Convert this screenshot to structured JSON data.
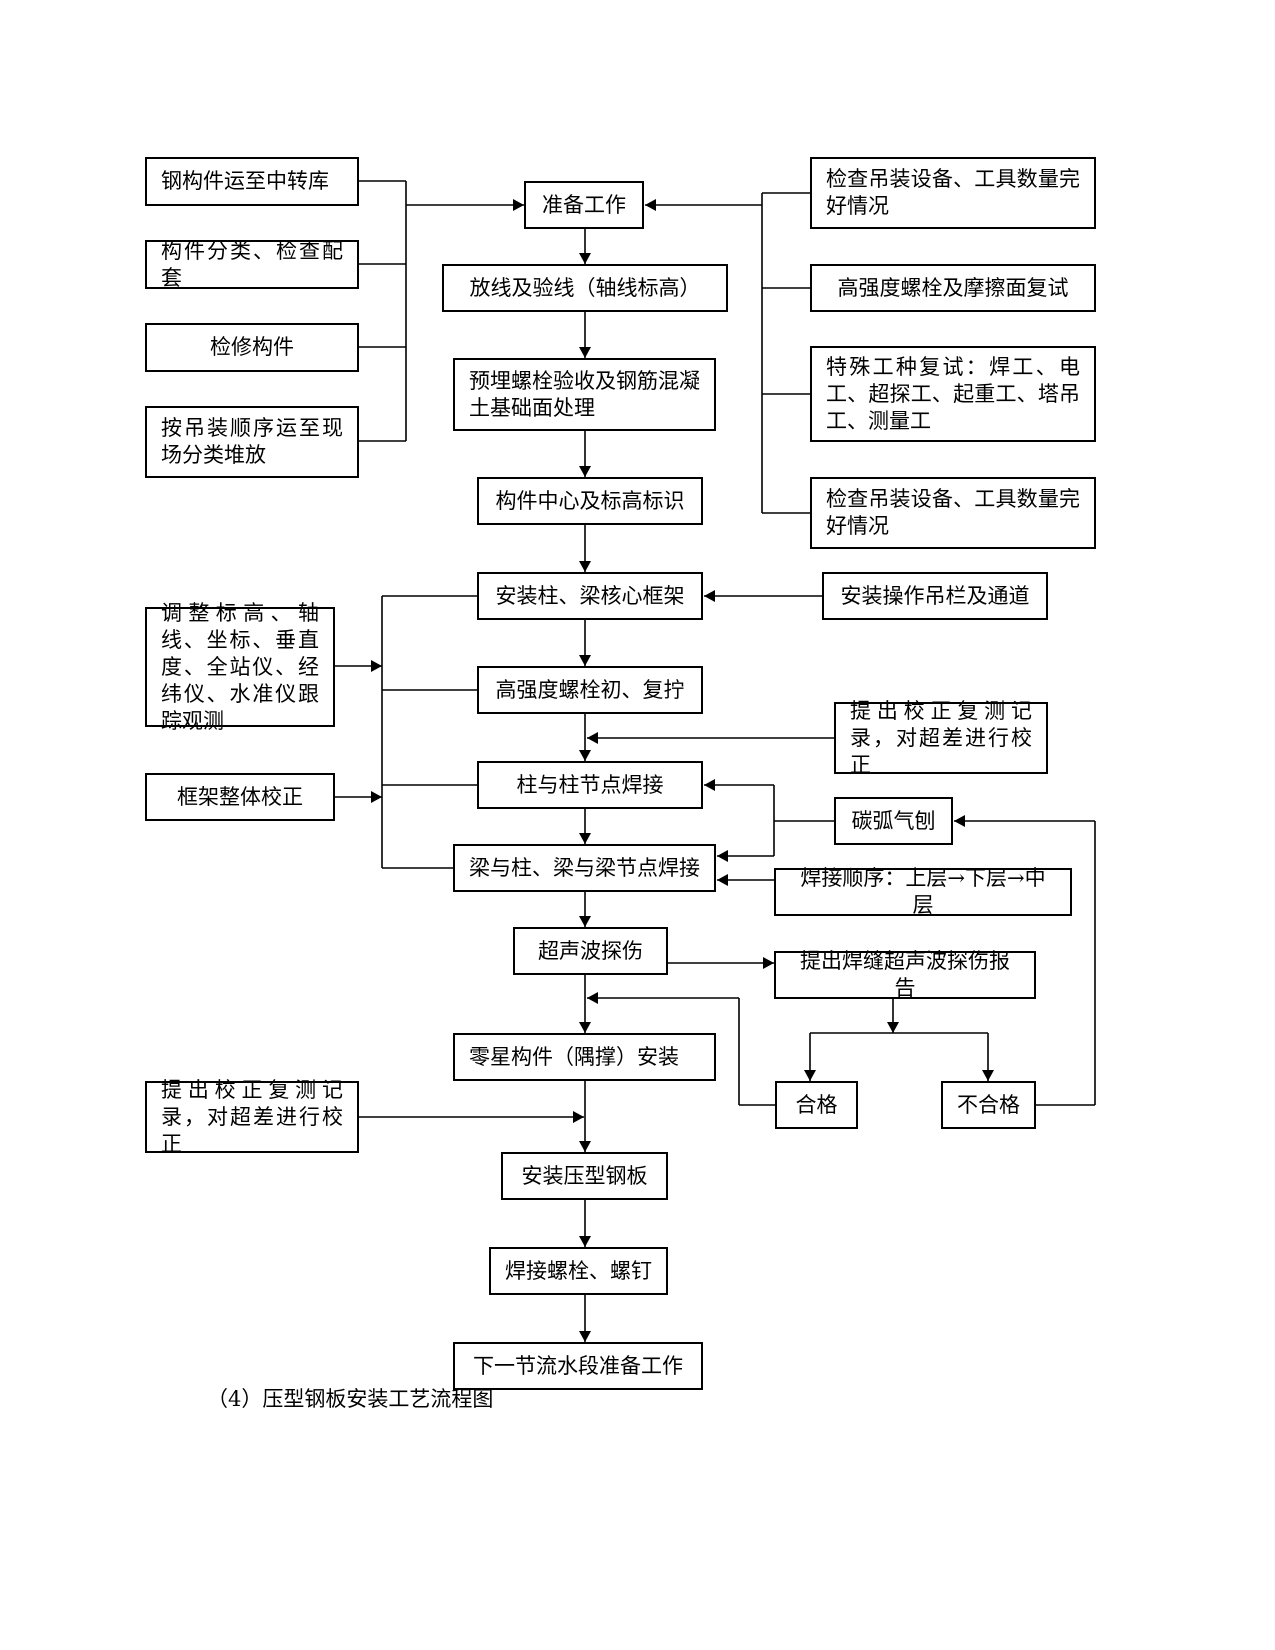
{
  "nodes": {
    "transport_to_depot": "钢构件运至中转库",
    "classify_check": "构件分类、检查配套",
    "repair": "检修构件",
    "transport_to_site": "按吊装顺序运至现场分类堆放",
    "prepare": "准备工作",
    "check_equipment_1": "检查吊装设备、工具数量完好情况",
    "bolt_retest": "高强度螺栓及摩擦面复试",
    "special_trades": "特殊工种复试：焊工、电工、超探工、起重工、塔吊工、测量工",
    "check_equipment_2": "检查吊装设备、工具数量完好情况",
    "layout_check": "放线及验线（轴线标高）",
    "embedded_bolts": "预埋螺栓验收及钢筋混凝土基础面处理",
    "center_marking": "构件中心及标高标识",
    "install_frame": "安装柱、梁核心框架",
    "install_platform": "安装操作吊栏及通道",
    "adjust": "调整标高、轴线、坐标、垂直度、全站仪、经纬仪、水准仪跟踪观测",
    "bolt_tighten": "高强度螺栓初、复拧",
    "correction_record_1": "提出校正复测记录，对超差进行校正",
    "frame_correction": "框架整体校正",
    "column_weld": "柱与柱节点焊接",
    "carbon_arc": "碳弧气刨",
    "beam_weld": "梁与柱、梁与梁节点焊接",
    "weld_order": "焊接顺序：上层→下层→中层",
    "ultrasonic": "超声波探伤",
    "ultrasonic_report": "提出焊缝超声波探伤报告",
    "misc_install": "零星构件（隅撑）安装",
    "pass": "合格",
    "fail": "不合格",
    "correction_record_2": "提出校正复测记录，对超差进行校正",
    "install_deck": "安装压型钢板",
    "weld_studs": "焊接螺栓、螺钉",
    "next_section": "下一节流水段准备工作"
  },
  "caption": "（4）压型钢板安装工艺流程图"
}
